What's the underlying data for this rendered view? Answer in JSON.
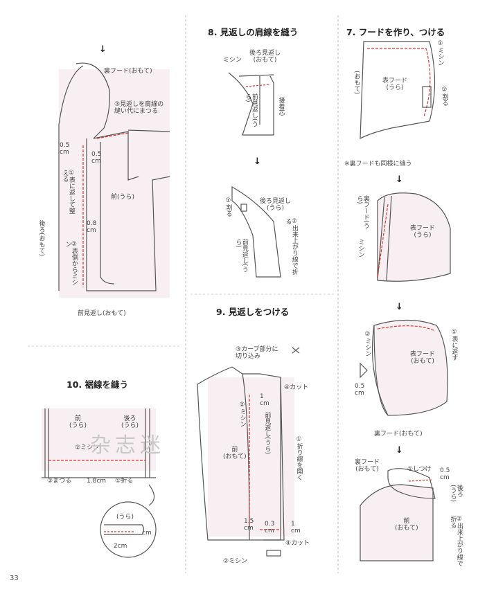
{
  "page_number": "33",
  "watermark": "杂志迷",
  "col1": {
    "arrow": "↓",
    "omote_hood": "裏フード(おもて)",
    "step3": "③見返しを肩線の\n縫い代にまつる",
    "step1": "①表に返して整える",
    "step2": "②表側からミシン",
    "back": "後ろ(おもて)",
    "front": "前(うら)",
    "m05a": "0.5\ncm",
    "m05b": "0.5\ncm",
    "m08": "0.8\ncm",
    "front_facing": "前見返し(おもて)"
  },
  "sec10": {
    "title": "10. 裾線を縫う",
    "front": "前\n(うら)",
    "back": "後ろ\n(うら)",
    "sewing": "②ミシン",
    "hem": "③まつる",
    "m18": "1.8cm",
    "fold": "①折る",
    "ura": "(うら)",
    "cm": "cm",
    "m2": "2cm"
  },
  "sec8": {
    "title": "8. 見返しの肩線を縫う",
    "sewing": "ミシン",
    "back_facing": "後ろ見返し\n(おもて)",
    "front_facing": "前見返し(うら)",
    "interfacing": "接着芯",
    "arrow": "↓",
    "split": "①割る",
    "back_facing2": "後ろ見返し\n(うら)",
    "fold_line": "②出来上がり線で折る",
    "front_facing2": "前見返し(うら)"
  },
  "sec9": {
    "title": "9. 見返しをつける",
    "clip": "③カーブ部分に\n切り込み",
    "cut": "④カット",
    "m1": "1\ncm",
    "sewing": "②ミシン",
    "front_facing": "前見返し(うら)",
    "open": "①折り線を開く",
    "front": "前\n(おもて)",
    "m15": "1.5\ncm",
    "m03": "0.3\ncm",
    "m1b": "1\ncm",
    "cut2": "④カット",
    "sewing2": "②ミシン"
  },
  "sec7": {
    "title": "7. フードを作り、つける",
    "sewing": "①ミシン",
    "omote": "(おもて)",
    "outer_hood": "表フード\n(うら)",
    "split": "②割る",
    "note": "※裏フードも同様に縫う",
    "arrow1": "↓",
    "lining": "裏フード(うら)",
    "outer_hood2": "表フード\n(うら)",
    "sewing2": "ミシン",
    "arrow2": "↓",
    "turn": "①表に返す",
    "sewing3": "②ミシン",
    "outer_hood3": "表フード\n(おもて)",
    "m05": "0.5\ncm",
    "lining_omote": "裏フード(おもて)",
    "arrow3": "↓",
    "lining_omote2": "裏フード\n(おもて)",
    "baste": "①しつけ",
    "m05b": "0.5\ncm",
    "back_ura": "後ろ\n(うら)",
    "front": "前\n(おもて)",
    "fold": "②出来上がり線で折る"
  }
}
